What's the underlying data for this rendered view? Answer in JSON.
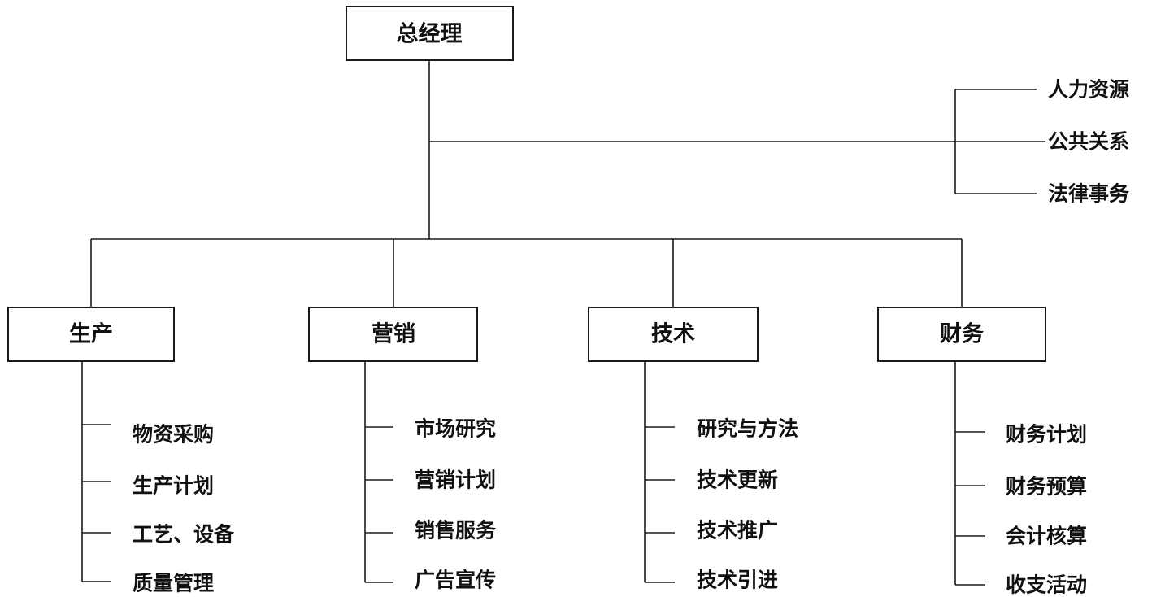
{
  "top": {
    "label": "总经理"
  },
  "staff": [
    "人力资源",
    "公共关系",
    "法律事务"
  ],
  "departments": [
    {
      "label": "生产",
      "items": [
        "物资采购",
        "生产计划",
        "工艺、设备",
        "质量管理"
      ]
    },
    {
      "label": "营销",
      "items": [
        "市场研究",
        "营销计划",
        "销售服务",
        "广告宣传"
      ]
    },
    {
      "label": "技术",
      "items": [
        "研究与方法",
        "技术更新",
        "技术推广",
        "技术引进"
      ]
    },
    {
      "label": "财务",
      "items": [
        "财务计划",
        "财务预算",
        "会计核算",
        "收支活动"
      ]
    }
  ]
}
